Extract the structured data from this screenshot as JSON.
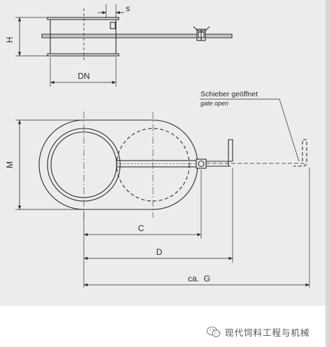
{
  "drawing": {
    "dimension_labels": {
      "s": "s",
      "h": "H",
      "dn": "DN",
      "m": "M",
      "c": "C",
      "d": "D",
      "g": "ca.  G"
    },
    "annotation": {
      "title": "Schieber geöffnet",
      "subtitle": "gate open"
    }
  },
  "watermark": {
    "text": "现代饲料工程与机械",
    "icon": "wechat-icon"
  },
  "colors": {
    "background": "#ececed",
    "line": "#2a2a2a"
  }
}
